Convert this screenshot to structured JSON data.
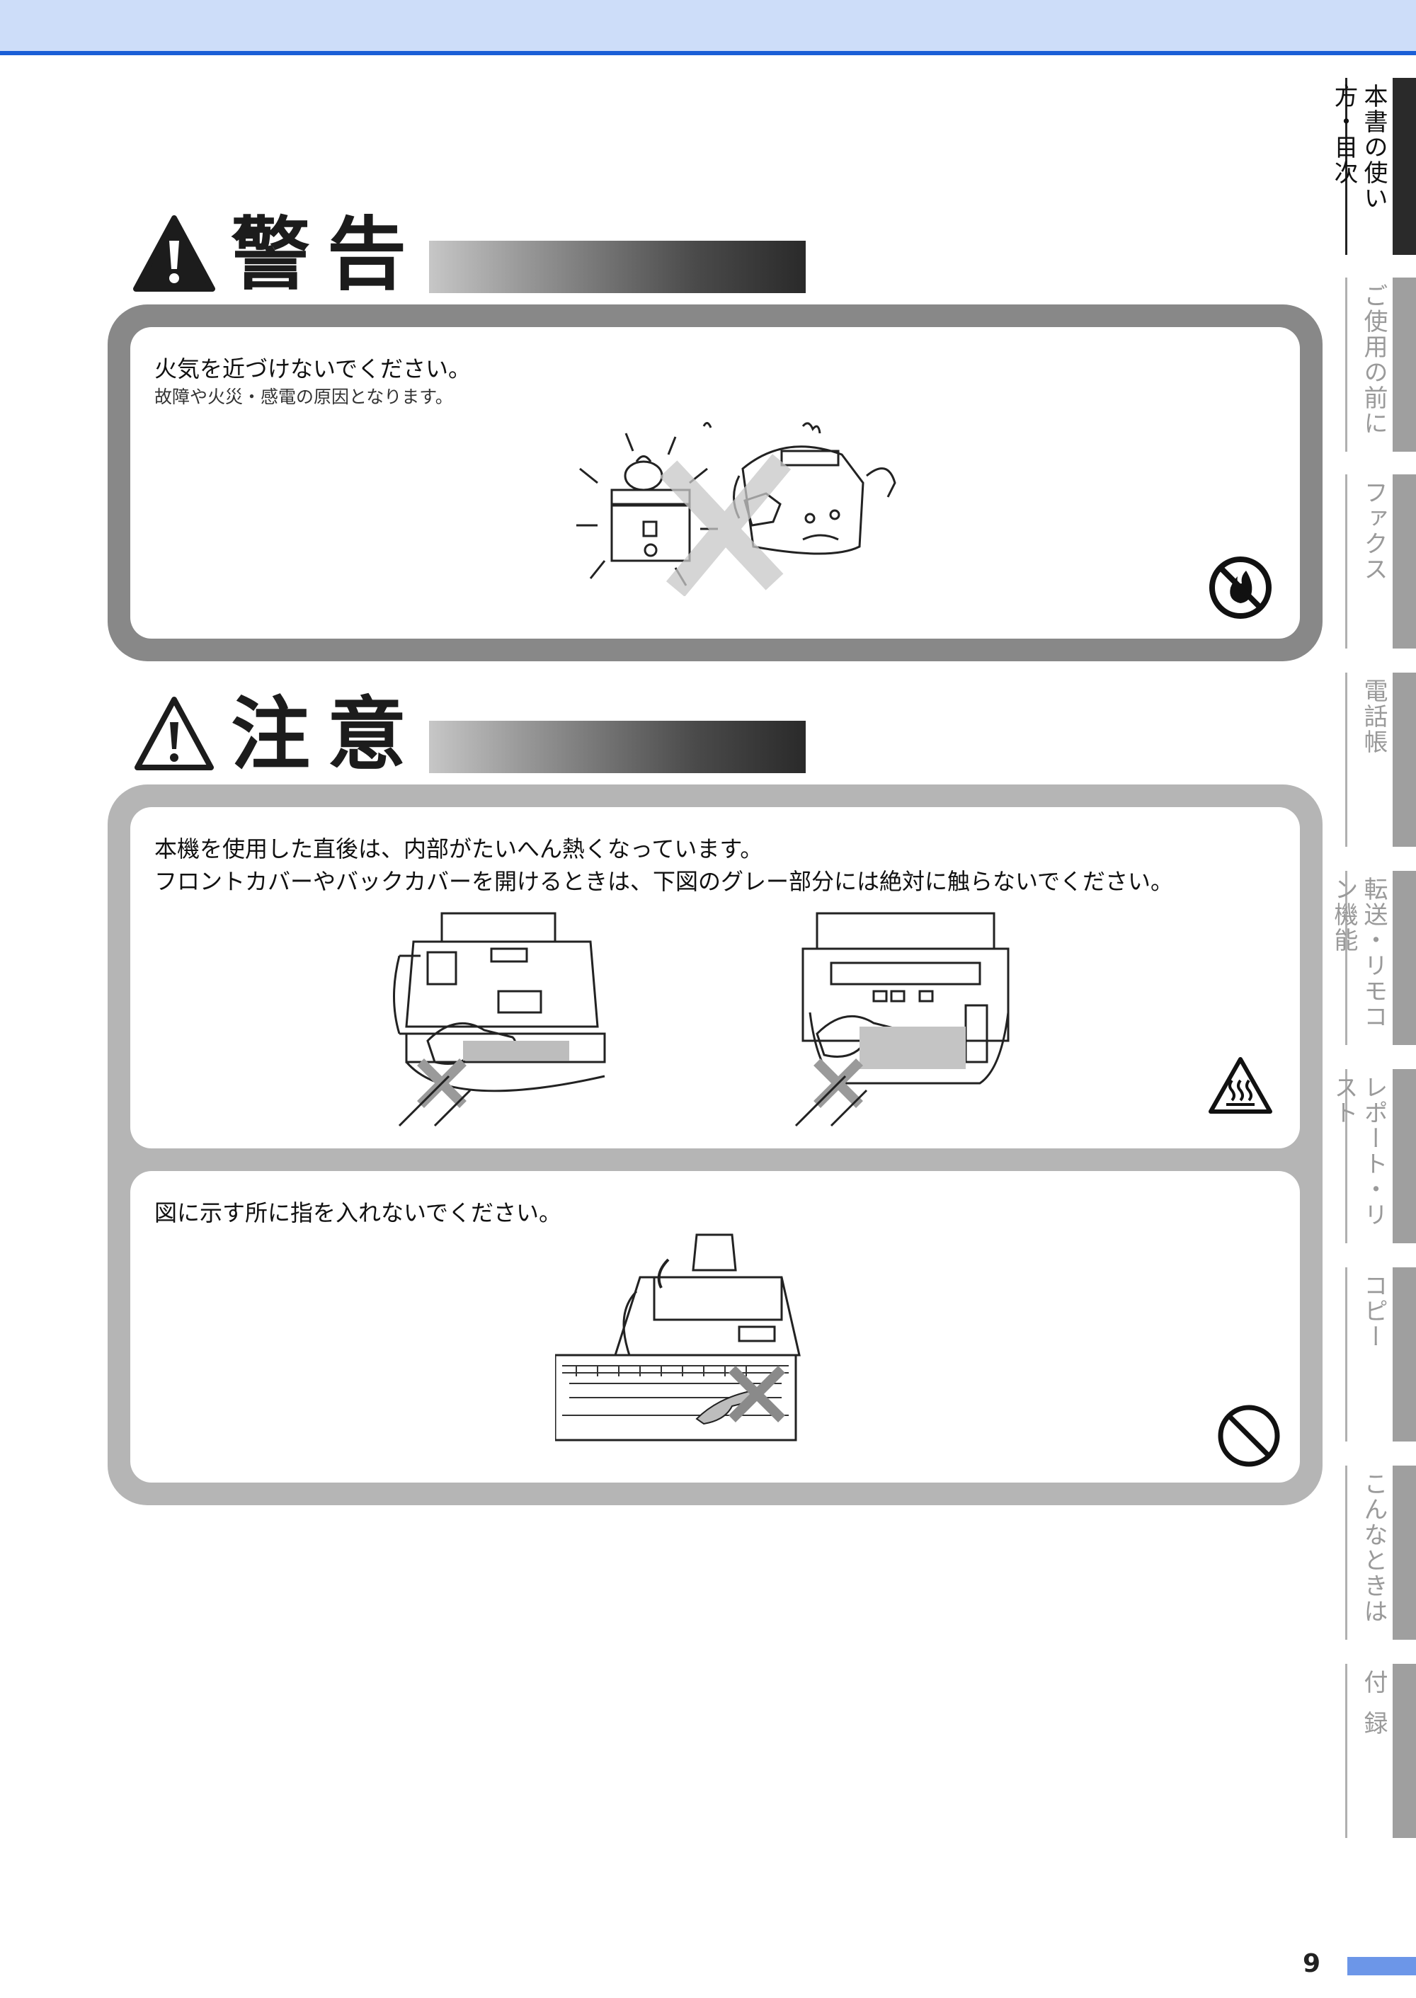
{
  "warning": {
    "title": "警告",
    "lead": "火気を近づけないでください。",
    "sub": "故障や火災・感電の原因となります。"
  },
  "caution": {
    "title": "注意",
    "items": [
      {
        "lines": [
          "本機を使用した直後は、内部がたいへん熱くなっています。",
          "フロントカバーやバックカバーを開けるときは、下図のグレー部分には絶対に触らないでください。"
        ]
      },
      {
        "lines": [
          "図に示す所に指を入れないでください。"
        ]
      }
    ]
  },
  "tabs": [
    {
      "label": "本書の使い方・目次",
      "active": true
    },
    {
      "label": "ご使用の前に",
      "active": false
    },
    {
      "label": "ファクス",
      "active": false
    },
    {
      "label": "電話帳",
      "active": false
    },
    {
      "label": "転送・リモコン機能",
      "active": false
    },
    {
      "label": "レポート・リスト",
      "active": false
    },
    {
      "label": "コピー",
      "active": false
    },
    {
      "label": "こんなときは",
      "active": false
    },
    {
      "label": "付録",
      "active": false
    }
  ],
  "page_number": "9",
  "colors": {
    "top_band": "#cdddf9",
    "accent_blue": "#1a5fd6",
    "page_bar": "#6c96e8"
  }
}
